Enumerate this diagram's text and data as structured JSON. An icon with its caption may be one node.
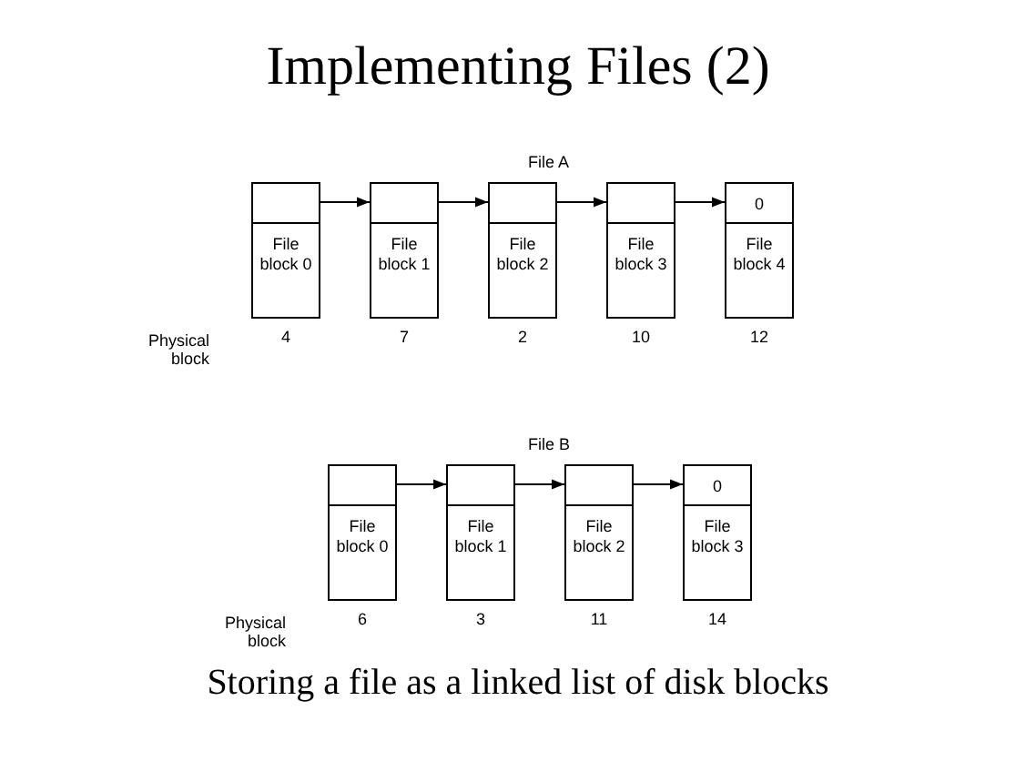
{
  "diagram": {
    "title": "Implementing Files (2)",
    "caption": "Storing a file as a linked list of disk blocks",
    "nodes": [
      {
        "text": [
          "File block 0"
        ],
        "beside": [
          "4"
        ]
      },
      {
        "text": [
          "File block 1"
        ],
        "beside": [
          "7"
        ]
      },
      {
        "text": [
          "File block 2"
        ],
        "beside": [
          "2"
        ]
      },
      {
        "text": [
          "File block 3"
        ],
        "beside": [
          "10"
        ]
      },
      {
        "text": [
          "0",
          "File block 4"
        ],
        "beside": [
          "12"
        ]
      },
      {
        "text": [
          "File block 0"
        ],
        "beside": [
          "6"
        ]
      },
      {
        "text": [
          "File block 1"
        ],
        "beside": [
          "3"
        ]
      },
      {
        "text": [
          "File block 2"
        ],
        "beside": [
          "11"
        ]
      },
      {
        "text": [
          "0",
          "File block 3"
        ],
        "beside": [
          "14"
        ]
      }
    ],
    "edges": [
      {
        "from": 0,
        "to": 1,
        "arrow": "to"
      },
      {
        "from": 1,
        "to": 2,
        "arrow": "to"
      },
      {
        "from": 2,
        "to": 3,
        "arrow": "to"
      },
      {
        "from": 3,
        "to": 4,
        "arrow": "to"
      },
      {
        "from": 5,
        "to": 6,
        "arrow": "to"
      },
      {
        "from": 6,
        "to": 7,
        "arrow": "to"
      },
      {
        "from": 7,
        "to": 8,
        "arrow": "to"
      }
    ],
    "labels": [
      "File A",
      "Physical block",
      "File B",
      "Physical block"
    ]
  }
}
